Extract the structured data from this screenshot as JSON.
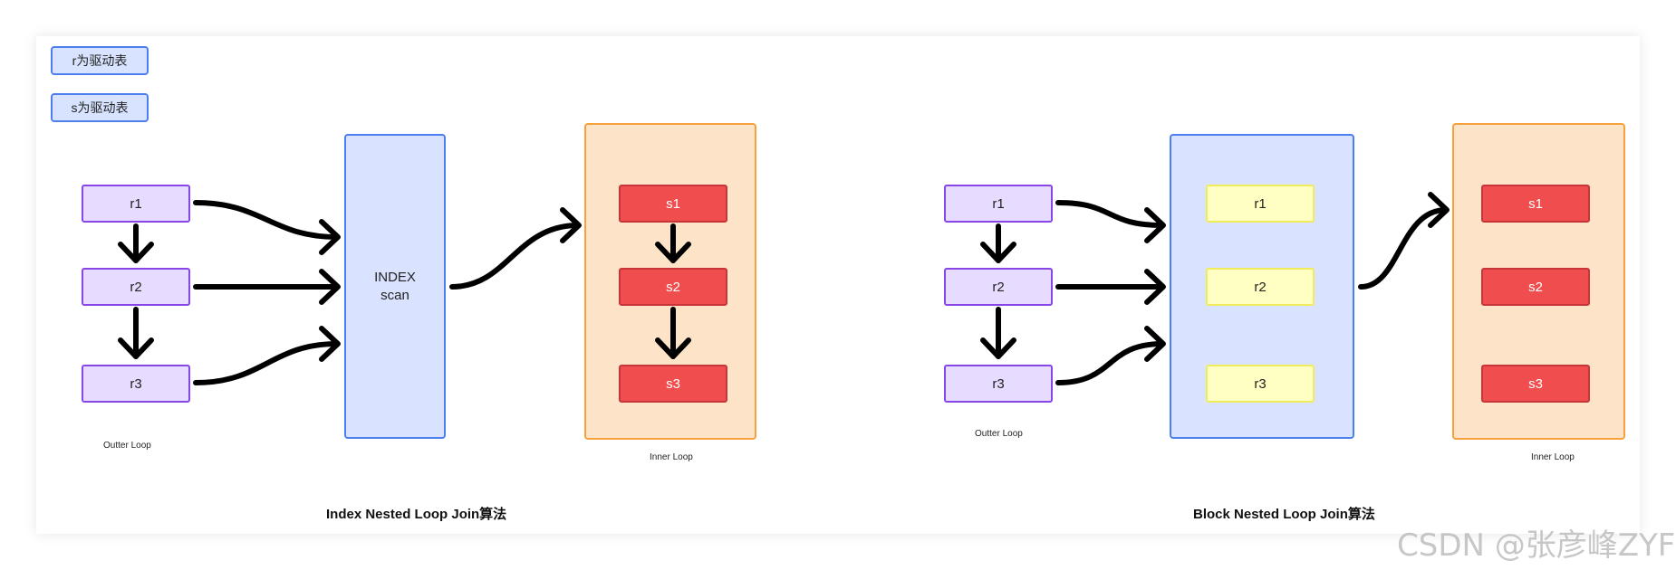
{
  "legend": {
    "r_driver": "r为驱动表",
    "s_driver": "s为驱动表"
  },
  "left": {
    "outer": [
      "r1",
      "r2",
      "r3"
    ],
    "index_line1": "INDEX",
    "index_line2": "scan",
    "inner": [
      "s1",
      "s2",
      "s3"
    ],
    "outer_caption": "Outter Loop",
    "inner_caption": "Inner Loop",
    "title": "Index Nested Loop Join算法"
  },
  "right": {
    "outer": [
      "r1",
      "r2",
      "r3"
    ],
    "buffer": [
      "r1",
      "r2",
      "r3"
    ],
    "inner": [
      "s1",
      "s2",
      "s3"
    ],
    "outer_caption": "Outter Loop",
    "inner_caption": "Inner Loop",
    "title": "Block Nested Loop Join算法"
  },
  "watermark": "CSDN @张彦峰ZYF"
}
